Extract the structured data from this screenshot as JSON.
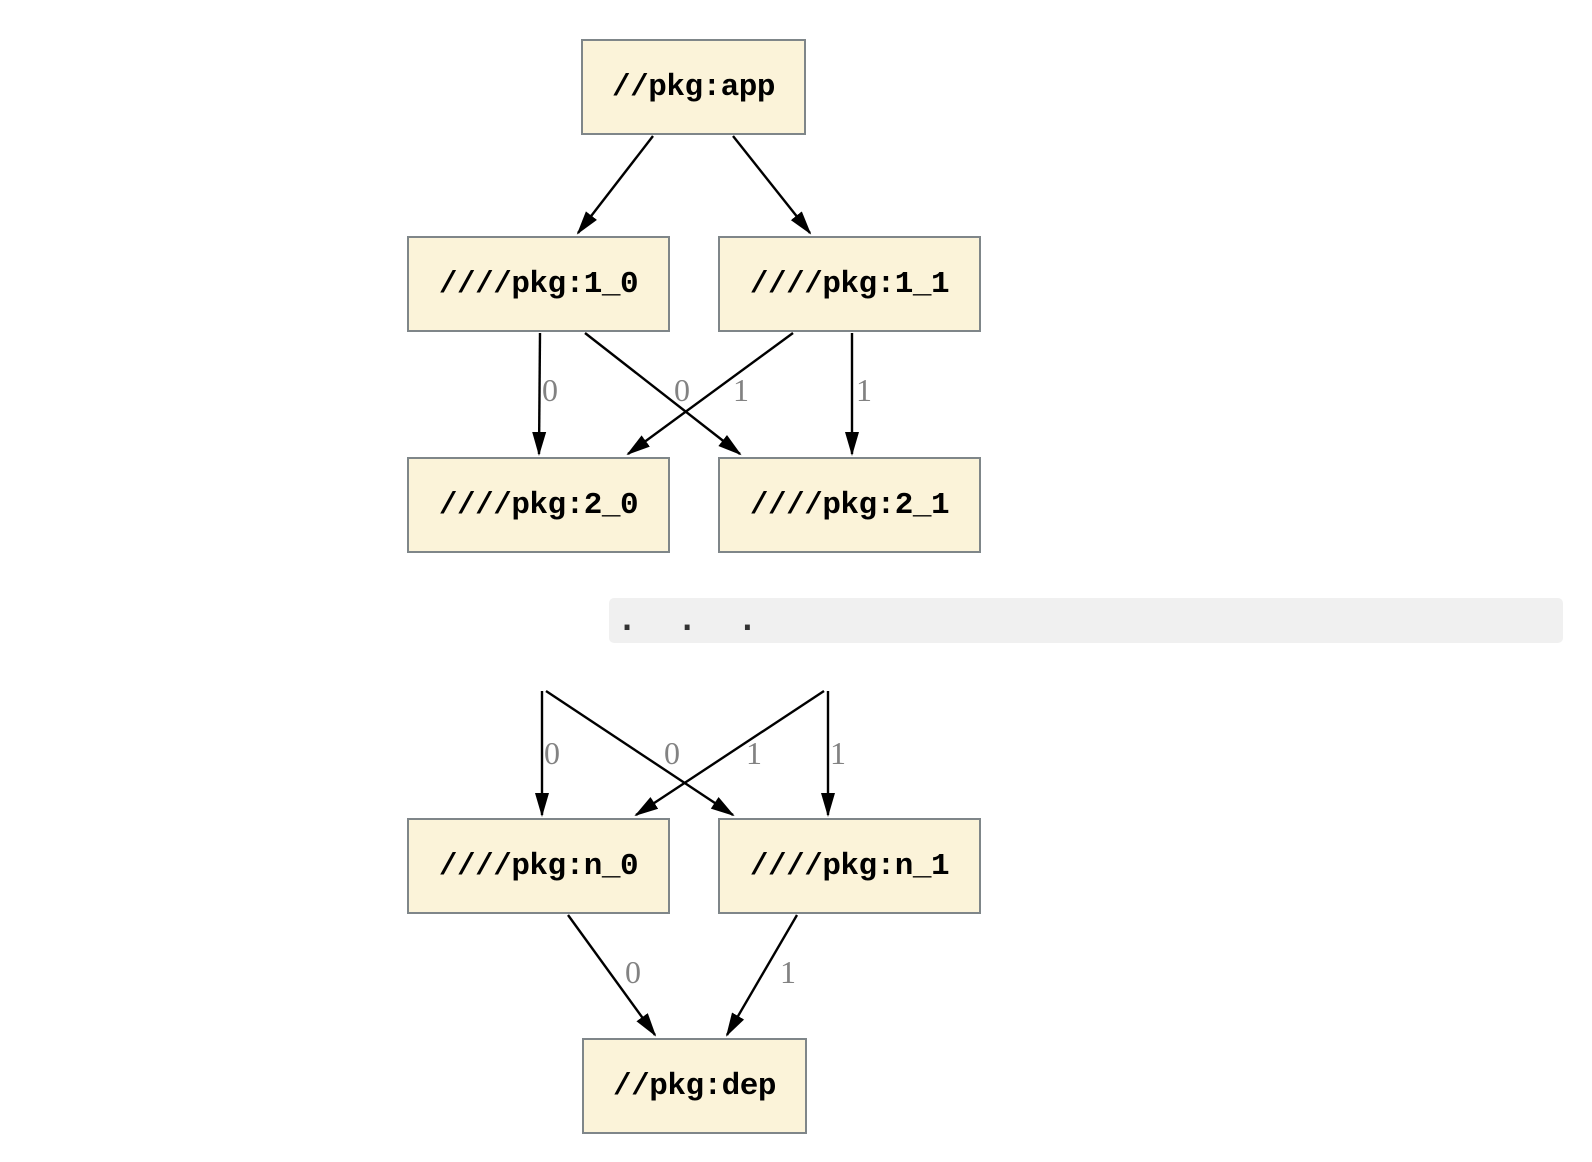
{
  "diagram": {
    "type": "dependency-graph",
    "nodes": {
      "app": "//pkg:app",
      "pkg1_0": "////pkg:1_0",
      "pkg1_1": "////pkg:1_1",
      "pkg2_0": "////pkg:2_0",
      "pkg2_1": "////pkg:2_1",
      "pkgn_0": "////pkg:n_0",
      "pkgn_1": "////pkg:n_1",
      "dep": "//pkg:dep"
    },
    "ellipsis": ".  .  .",
    "edge_labels": {
      "pkg1_0_to_pkg2_0": "0",
      "pkg1_1_to_pkg2_0": "0",
      "pkg1_0_to_pkg2_1": "1",
      "pkg1_1_to_pkg2_1": "1",
      "elided0_to_pkgn_0": "0",
      "elided1_to_pkgn_0": "0",
      "elided0_to_pkgn_1": "1",
      "elided1_to_pkgn_1": "1",
      "pkgn_0_to_dep": "0",
      "pkgn_1_to_dep": "1"
    },
    "colors": {
      "background": "#ffffff",
      "node_fill": "#fbf3d9",
      "node_border": "#7f8689",
      "edge": "#000000",
      "edge_label": "#828282",
      "ellipsis_band": "#f0f0f0"
    }
  }
}
